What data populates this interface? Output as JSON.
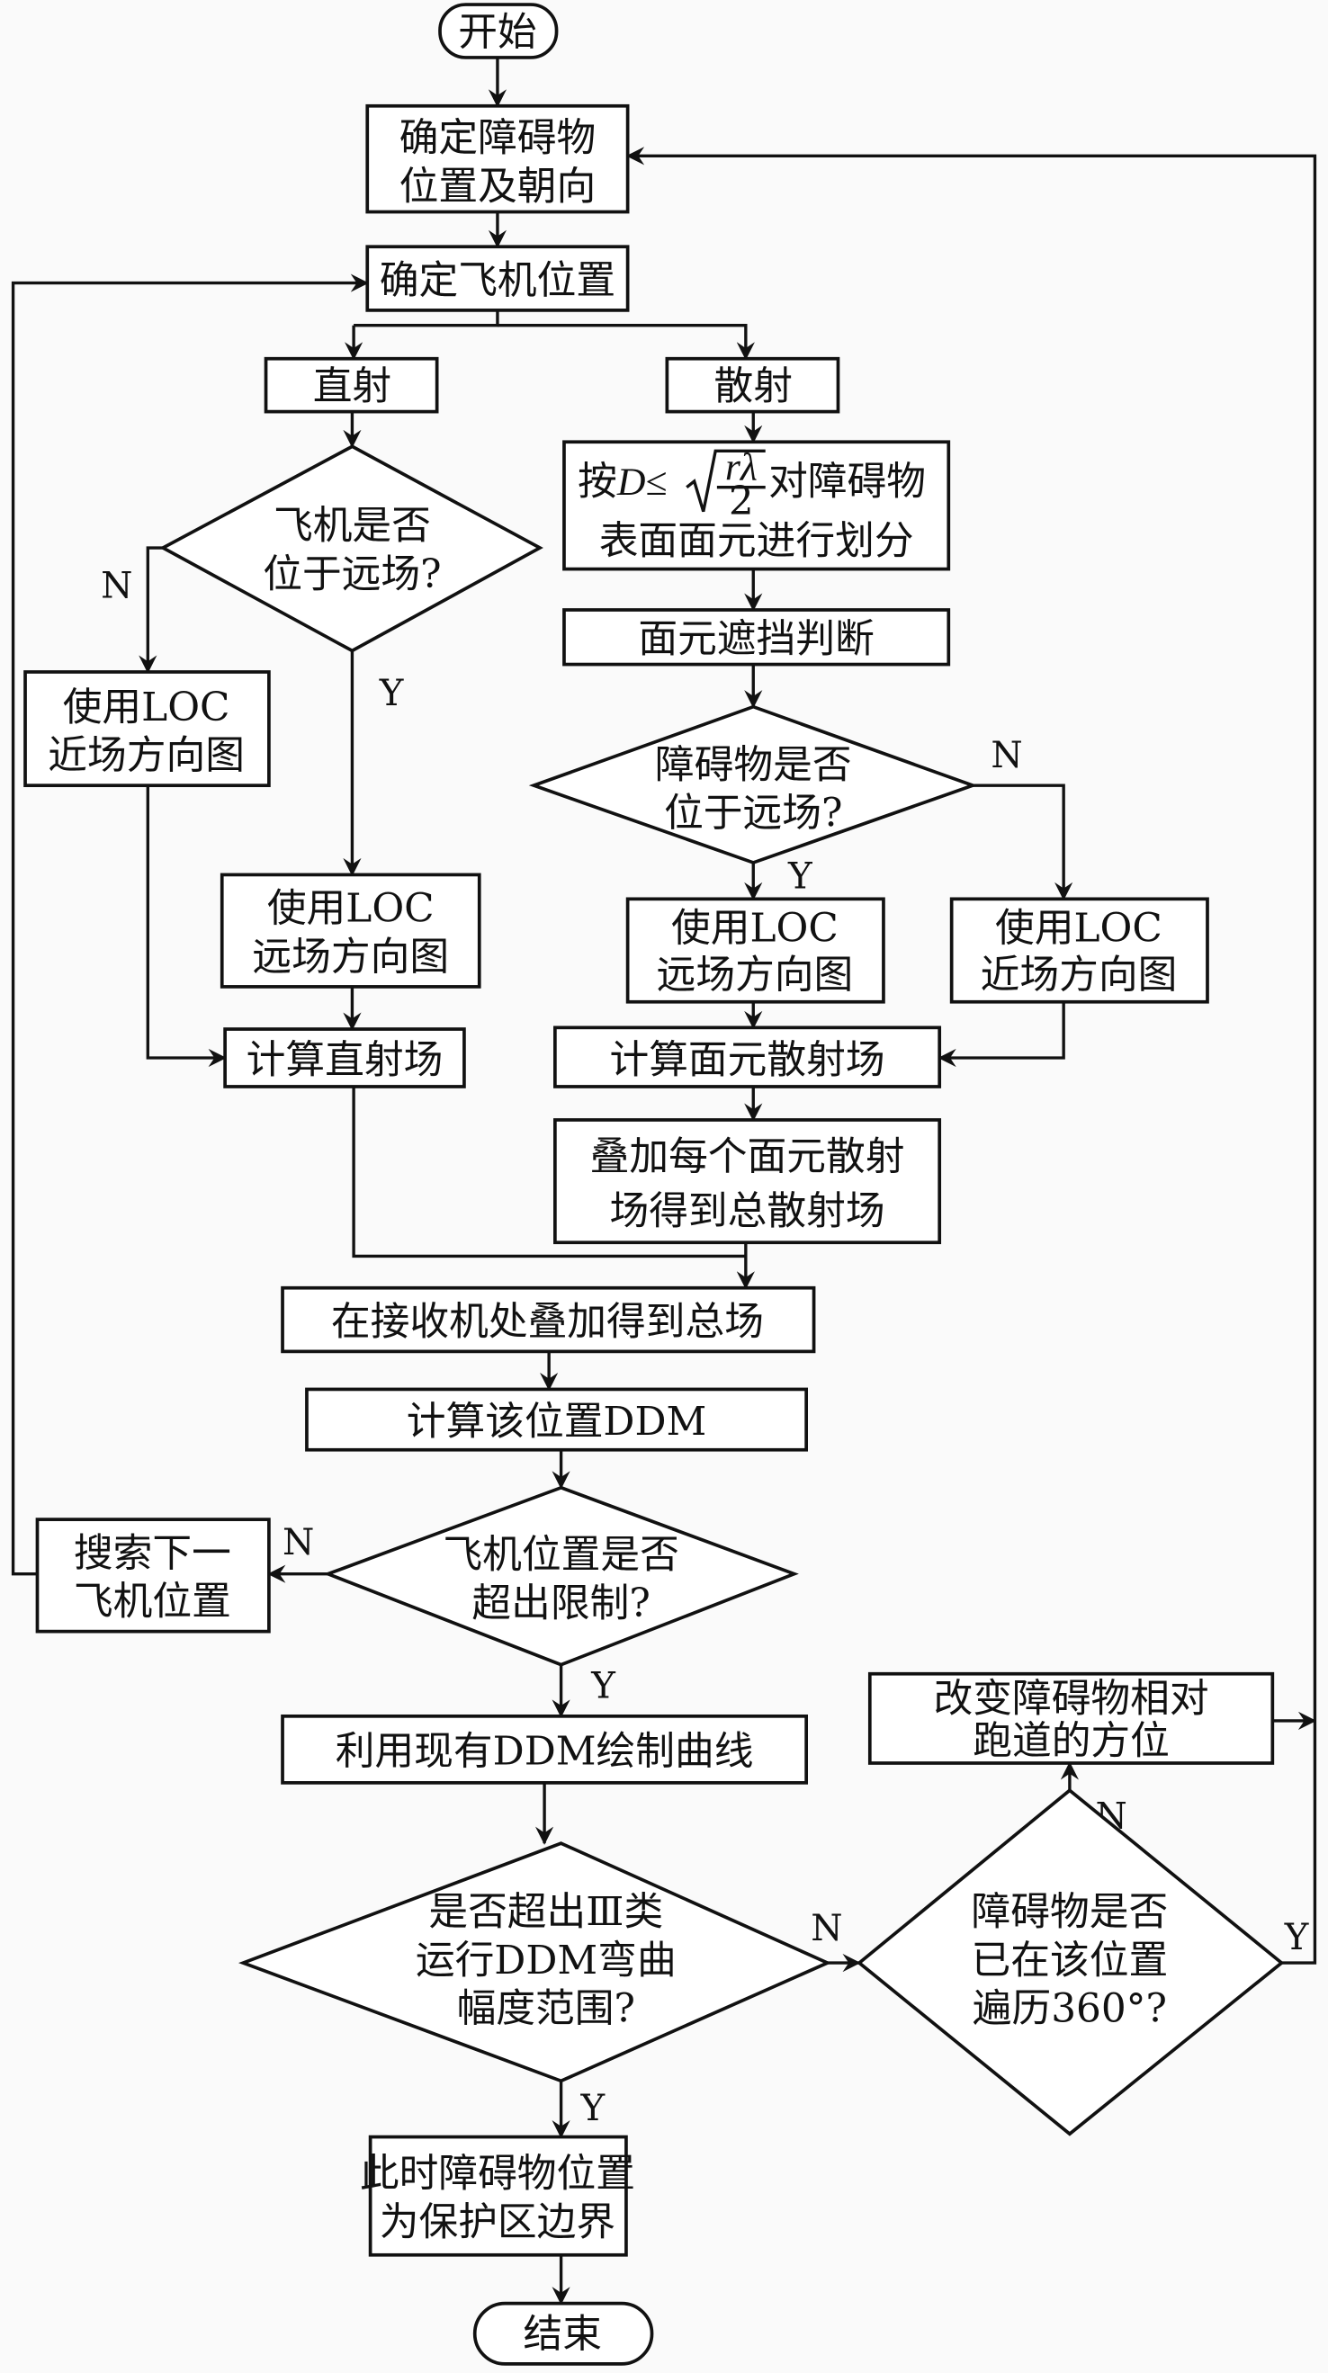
{
  "nodes": {
    "start": "开始",
    "obstacle_pos": [
      "确定障碍物",
      "位置及朝向"
    ],
    "aircraft_pos": "确定飞机位置",
    "direct": "直射",
    "scatter": "散射",
    "divide": {
      "prefix": "按",
      "var": "D≤",
      "num": "rλ",
      "den": "2",
      "suffix": "对障碍物",
      "line2": "表面面元进行划分"
    },
    "occlusion": "面元遮挡判断",
    "d_aircraft_far": [
      "飞机是否",
      "位于远场?"
    ],
    "d_obstacle_far": [
      "障碍物是否",
      "位于远场?"
    ],
    "loc_near_left": [
      "使用LOC",
      "近场方向图"
    ],
    "loc_far_left": [
      "使用LOC",
      "远场方向图"
    ],
    "loc_far_right": [
      "使用LOC",
      "远场方向图"
    ],
    "loc_near_right": [
      "使用LOC",
      "近场方向图"
    ],
    "calc_direct": "计算直射场",
    "calc_scatter": "计算面元散射场",
    "sum_scatter": [
      "叠加每个面元散射",
      "场得到总散射场"
    ],
    "total_field": "在接收机处叠加得到总场",
    "calc_ddm": "计算该位置DDM",
    "d_aircraft_limit": [
      "飞机位置是否",
      "超出限制?"
    ],
    "next_aircraft": [
      "搜索下一",
      "飞机位置"
    ],
    "plot_curve": "利用现有DDM绘制曲线",
    "d_exceed": [
      "是否超出Ⅲ类",
      "运行DDM弯曲",
      "幅度范围?"
    ],
    "d_traversed": [
      "障碍物是否",
      "已在该位置",
      "遍历360°?"
    ],
    "change_orientation": [
      "改变障碍物相对",
      "跑道的方位"
    ],
    "boundary": [
      "此时障碍物位置",
      "为保护区边界"
    ],
    "end": "结束"
  },
  "labels": {
    "yes": "Y",
    "no": "N"
  }
}
